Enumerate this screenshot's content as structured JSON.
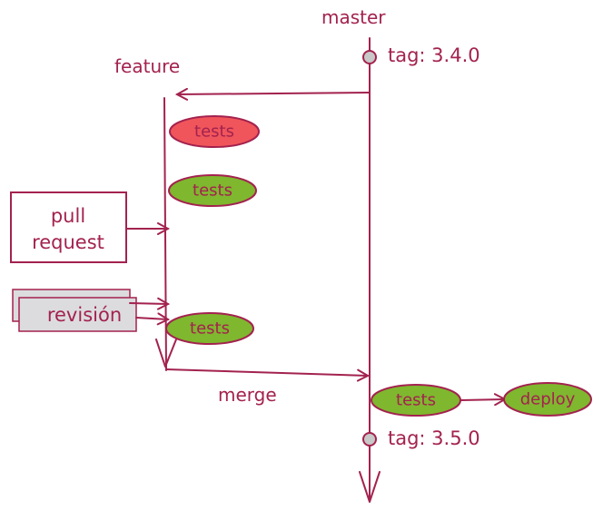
{
  "labels": {
    "master": "master",
    "feature": "feature",
    "merge": "merge"
  },
  "tags": {
    "first": "tag: 3.4.0",
    "second": "tag: 3.5.0"
  },
  "nodes": {
    "tests_failed": "tests",
    "tests_pass_1": "tests",
    "tests_pass_2": "tests",
    "tests_master": "tests",
    "deploy": "deploy"
  },
  "boxes": {
    "pull_request_line1": "pull",
    "pull_request_line2": "request",
    "revision": "revisión"
  },
  "colors": {
    "ink": "#a3224f",
    "failed": "#f0555b",
    "passed": "#7fb72e",
    "tag_dot": "#c8c8c8",
    "revision_box": "#dcdcde"
  }
}
